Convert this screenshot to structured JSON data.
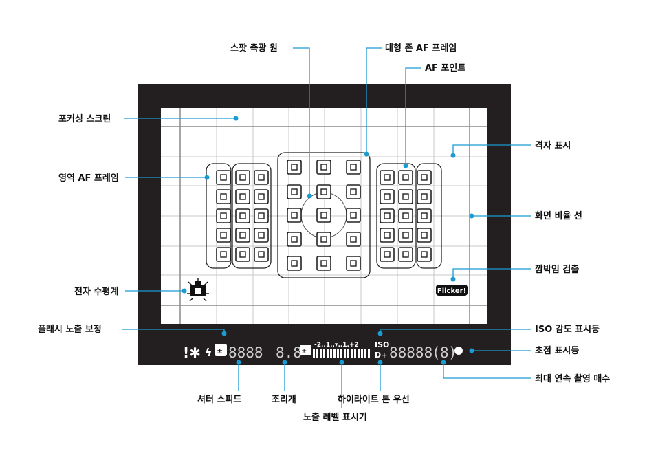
{
  "labels": {
    "spot_metering_circle": "스팟 측광 원",
    "large_zone_af_frame": "대형 존 AF 프레임",
    "af_point": "AF 포인트",
    "focusing_screen": "포커싱 스크린",
    "grid_display": "격자 표시",
    "zone_af_frame": "영역 AF 프레임",
    "aspect_ratio_line": "화면 비율 선",
    "flicker_detection": "깜박임 검출",
    "electronic_level": "전자 수평계",
    "flash_exposure_comp": "플래시 노출 보정",
    "iso_indicator": "ISO 감도 표시등",
    "focus_indicator": "초점 표시등",
    "max_burst": "최대 연속 촬영 매수",
    "shutter_speed": "셔터 스피드",
    "aperture": "조리개",
    "exposure_level": "노출 레벨 표시기",
    "highlight_tone": "하이라이트 톤 우선"
  },
  "viewfinder": {
    "flicker_badge": "Flicker!",
    "left_symbols": "!✱",
    "shutter_digits": "8888",
    "aperture_digits": "8.8",
    "scale_text": "-2..1..▾..1.+2",
    "iso_text": "ISO",
    "d_plus_text": "D+",
    "burst_digits": "88888",
    "burst_bracket_digit": "8"
  },
  "colors": {
    "leader": "#1a9bd2",
    "frame": "#231f20",
    "screen": "#ffffff"
  }
}
